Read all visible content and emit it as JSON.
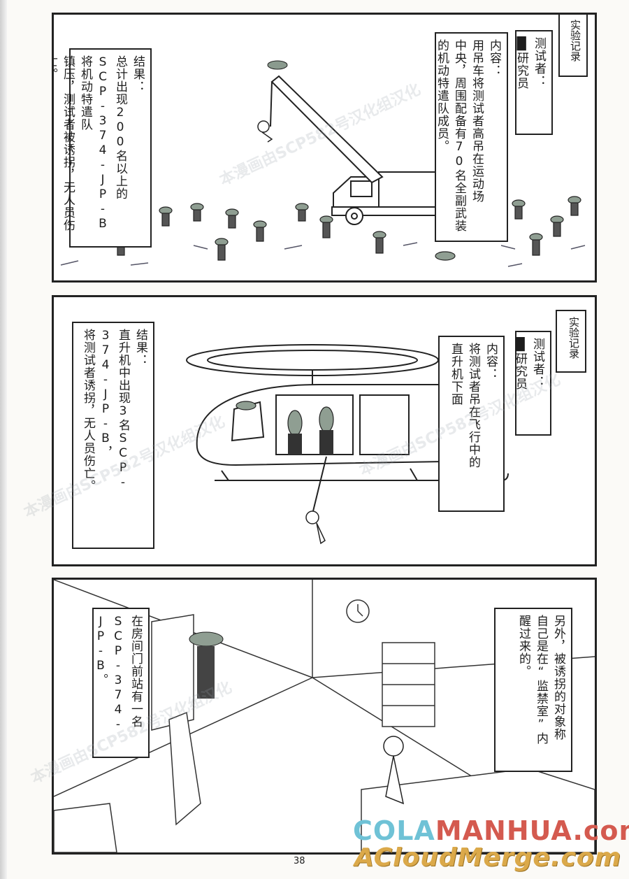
{
  "panel1": {
    "tag": "实验记录",
    "tester": [
      "测试者：",
      "█研究员"
    ],
    "content": [
      "内容：",
      "用吊车将测试者高吊在运动场",
      "中央，周围配备有70名全副武装",
      "的机动特遣队成员。"
    ],
    "result": [
      "结果：",
      "总计出现200名以上的",
      "SCP-374-JP-B将机动特遣队",
      "镇压，测试者被诱拐，无人员伤亡。"
    ]
  },
  "panel2": {
    "tag": "实验记录",
    "tester": [
      "测试者：",
      "█研究员"
    ],
    "content": [
      "内容：",
      "将测试者吊在飞行中的",
      "直升机下面"
    ],
    "result": [
      "结果：",
      "直升机中出现3名SCP-374-JP-B，",
      "将测试者诱拐，无人员伤亡。"
    ]
  },
  "panel3": {
    "left_text": [
      "在房间门前站有一名",
      "SCP-374-JP-B。"
    ],
    "right_text": [
      "另外，被诱拐的对象称",
      "自己是在“监禁室”内",
      "醒过来的。"
    ]
  },
  "page_number": "38",
  "watermark": {
    "line1_a": "COLA",
    "line1_b": "MANHUA.com",
    "line2": "ACloudMerge.com",
    "diagonal": "本漫画由SCP582号汉化组汉化"
  }
}
